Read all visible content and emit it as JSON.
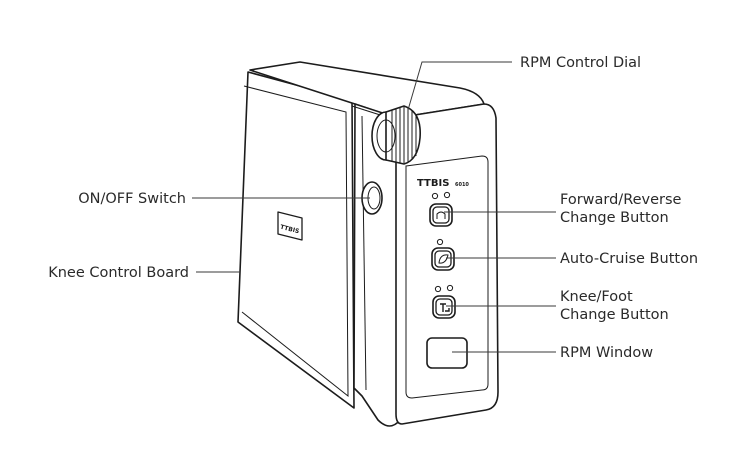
{
  "labels": {
    "rpm_dial": "RPM Control Dial",
    "on_off": "ON/OFF Switch",
    "forward_reverse_1": "Forward/Reverse",
    "forward_reverse_2": "Change Button",
    "auto_cruise": "Auto-Cruise Button",
    "knee_control": "Knee Control Board",
    "knee_foot_1": "Knee/Foot",
    "knee_foot_2": "Change Button",
    "rpm_window": "RPM Window"
  },
  "device": {
    "brand_side": "TTBIS",
    "brand_front": "TTBIS",
    "brand_front_suffix": "6010"
  }
}
